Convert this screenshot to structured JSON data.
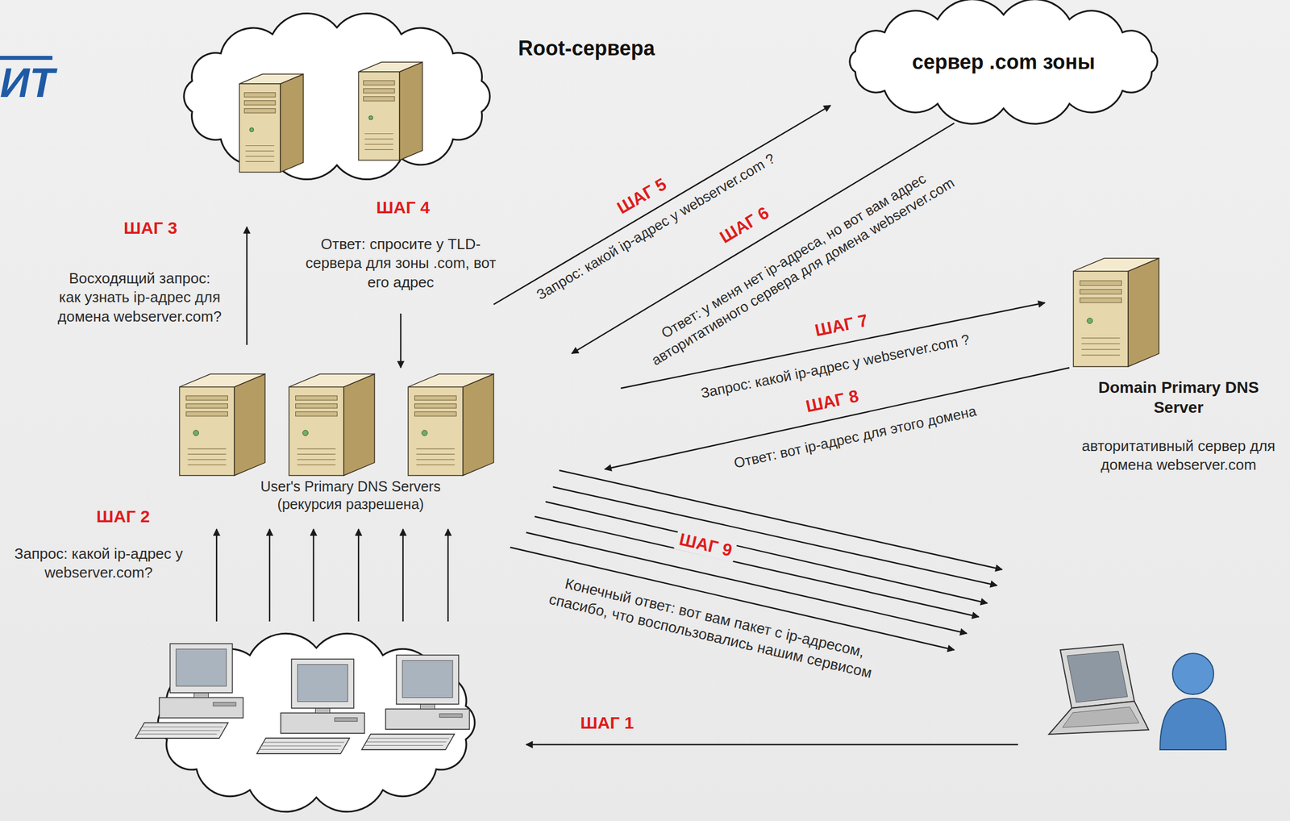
{
  "diagram": {
    "nodes": [
      {
        "text": [
          "Root-сервера"
        ]
      },
      {
        "text": [
          "сервер .com зоны"
        ]
      },
      {
        "text": [
          "Domain Primary DNS Server",
          "авторитативный сервер для домена webserver.com"
        ]
      },
      {
        "text": [
          "User's Primary DNS Servers",
          "(рекурсия разрешена)"
        ]
      },
      {
        "text": []
      },
      {
        "text": []
      }
    ],
    "edges": [
      {
        "from": 5,
        "to": 4,
        "arrow": "to",
        "label": "ШАГ 1"
      },
      {
        "from": 4,
        "to": 3,
        "arrow": "to",
        "label": "ШАГ 2"
      },
      {
        "from": 4,
        "to": 3,
        "arrow": "to"
      },
      {
        "from": 4,
        "to": 3,
        "arrow": "to"
      },
      {
        "from": 4,
        "to": 3,
        "arrow": "to"
      },
      {
        "from": 4,
        "to": 3,
        "arrow": "to"
      },
      {
        "from": 4,
        "to": 3,
        "arrow": "to"
      },
      {
        "from": 3,
        "to": 0,
        "arrow": "to",
        "label": "ШАГ 3"
      },
      {
        "from": 0,
        "to": 3,
        "arrow": "to",
        "label": "ШАГ 4"
      },
      {
        "from": 3,
        "to": 1,
        "arrow": "to",
        "label": "ШАГ 5"
      },
      {
        "from": 1,
        "to": 3,
        "arrow": "to",
        "label": "ШАГ 6"
      },
      {
        "from": 3,
        "to": 2,
        "arrow": "to",
        "label": "ШАГ 7"
      },
      {
        "from": 2,
        "to": 3,
        "arrow": "to",
        "label": "ШАГ 8"
      },
      {
        "from": 3,
        "to": 5,
        "arrow": "to",
        "label": "ШАГ 9"
      },
      {
        "from": 3,
        "to": 5,
        "arrow": "to"
      },
      {
        "from": 3,
        "to": 5,
        "arrow": "to"
      },
      {
        "from": 3,
        "to": 5,
        "arrow": "to"
      },
      {
        "from": 3,
        "to": 5,
        "arrow": "to"
      },
      {
        "from": 3,
        "to": 5,
        "arrow": "to"
      }
    ],
    "labels": [
      "ИТ",
      "Восходящий запрос: как узнать ip-адрес для домена webserver.com?",
      "Ответ: спросите у TLD-сервера для зоны .com, вот его адрес",
      "Запрос: какой ip-адрес у webserver.com ?",
      "Ответ: у меня нет ip-адреса, но вот вам адрес авторитативного сервера для домена webserver.com",
      "Запрос: какой ip-адрес у webserver.com ?",
      "Ответ: вот ip-адрес для этого домена",
      "Запрос: какой ip-адрес у webserver.com?",
      "Конечный ответ: вот вам пакет с ip-адресом, спасибо, что воспользовались нашим сервисом"
    ]
  }
}
